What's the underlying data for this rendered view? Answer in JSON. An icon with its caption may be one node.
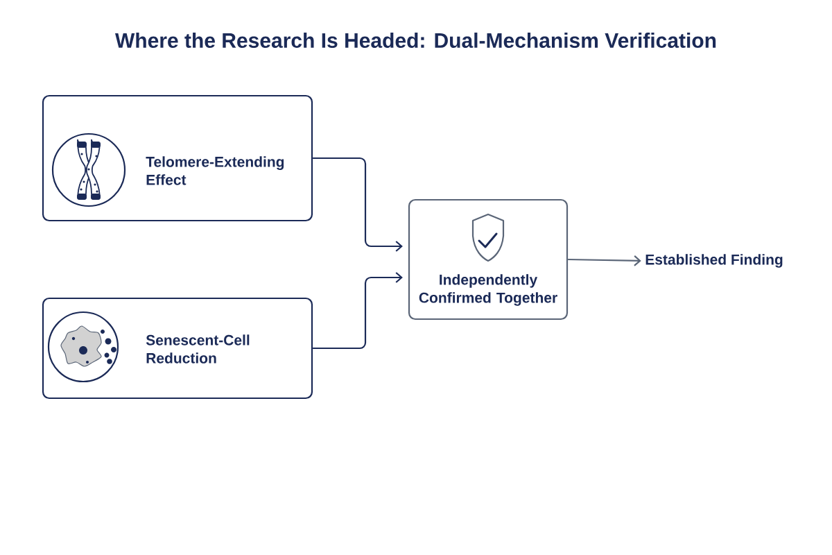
{
  "diagram": {
    "title": "Where the Research Is Headed: Dual-Mechanism Verification",
    "nodes": [
      {
        "text": [
          "Telomere-Extending Effect"
        ]
      },
      {
        "text": [
          "Senescent-Cell Reduction"
        ]
      },
      {
        "text": [
          "Independently Confirmed Together"
        ]
      },
      {
        "text": [
          "Established Finding"
        ]
      }
    ],
    "edges": [
      {
        "from": 0,
        "to": 2,
        "arrow": "to"
      },
      {
        "from": 1,
        "to": 2,
        "arrow": "to"
      },
      {
        "from": 2,
        "to": 3,
        "arrow": "to",
        "color": "#5a6577"
      }
    ]
  }
}
